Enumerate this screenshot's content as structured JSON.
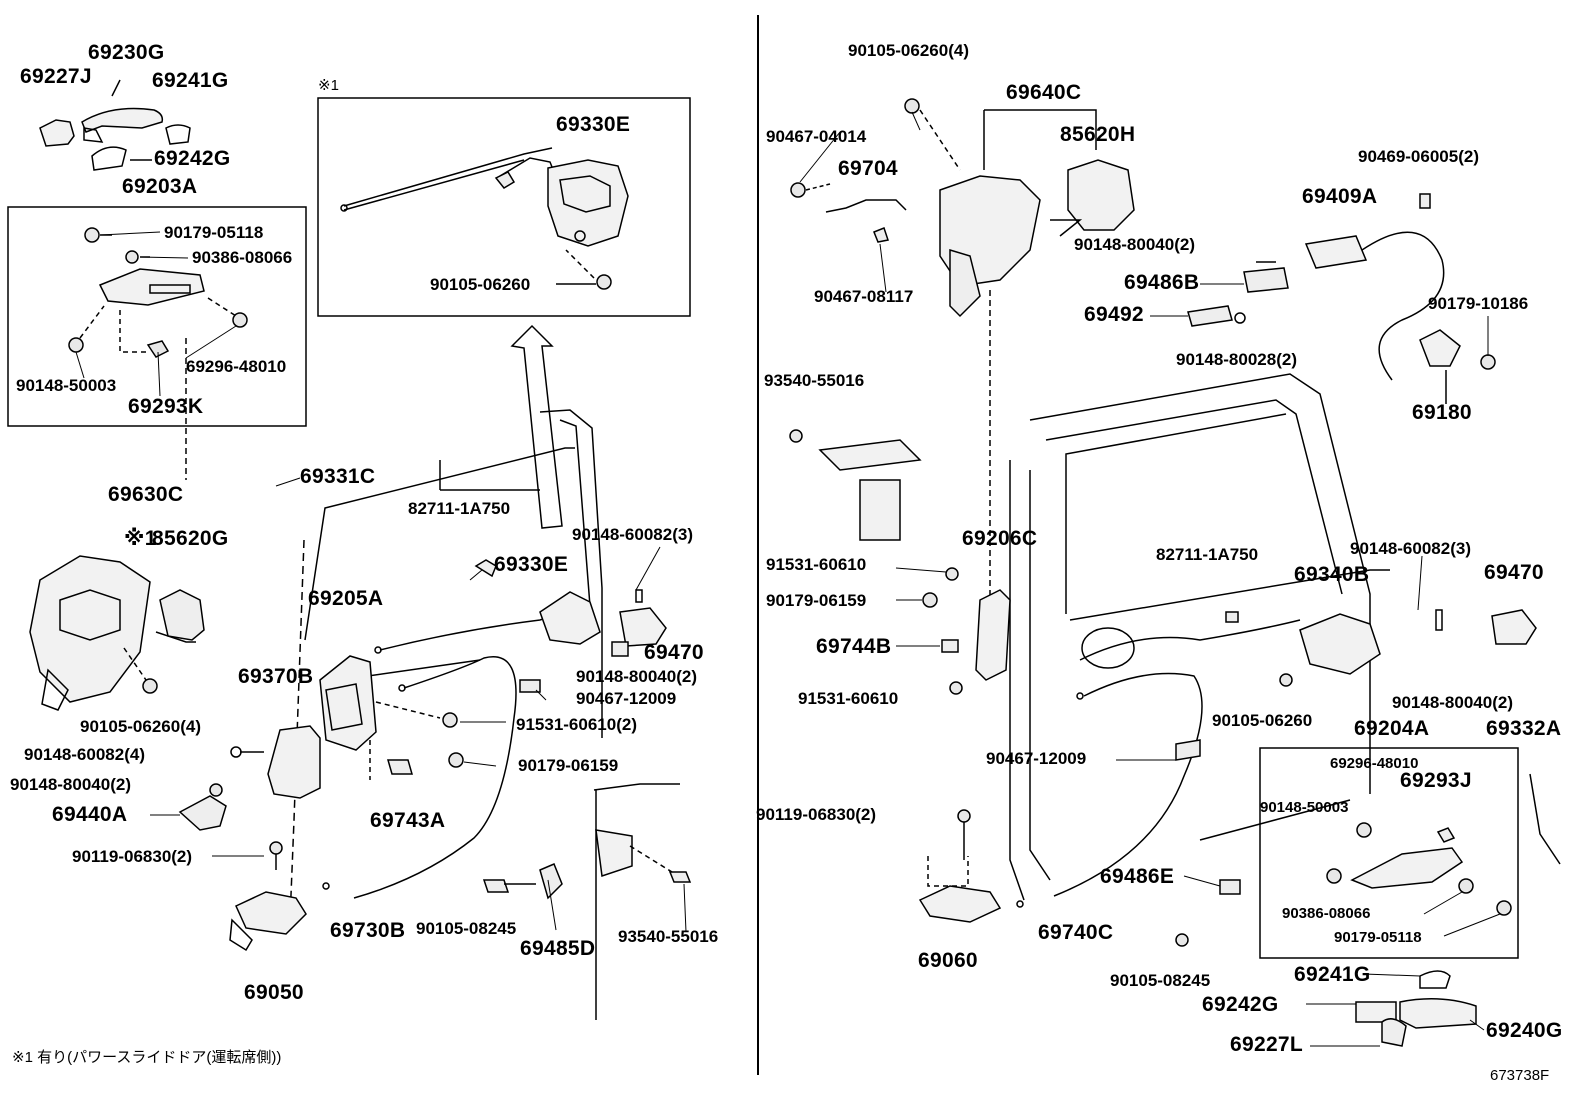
{
  "left": {
    "parts": {
      "p69230G": "69230G",
      "p69227J": "69227J",
      "p69241G": "69241G",
      "p69242G": "69242G",
      "p69203A": "69203A",
      "p90179_05118": "90179-05118",
      "p90386_08066": "90386-08066",
      "p69296_48010": "69296-48010",
      "p90148_50003": "90148-50003",
      "p69293K": "69293K",
      "p69331C": "69331C",
      "p69630C": "69630C",
      "p85620G": "85620G",
      "p90105_06260_4": "90105-06260(4)",
      "p69370B": "69370B",
      "p90148_60082_4": "90148-60082(4)",
      "p90148_80040_2": "90148-80040(2)",
      "p69440A": "69440A",
      "p90119_06830_2": "90119-06830(2)",
      "p69050": "69050",
      "p69730B": "69730B",
      "p69205A": "69205A",
      "p69743A": "69743A",
      "p82711_1A750": "82711-1A750",
      "p69330E_main": "69330E",
      "p90148_60082_3": "90148-60082(3)",
      "p69470": "69470",
      "p90148_80040_2b": "90148-80040(2)",
      "p90467_12009": "90467-12009",
      "p91531_60610_2": "91531-60610(2)",
      "p90179_06159": "90179-06159",
      "p90105_08245": "90105-08245",
      "p69485D": "69485D",
      "p93540_55016": "93540-55016"
    },
    "inset": {
      "marker": "※1",
      "p69330E": "69330E",
      "p90105_06260": "90105-06260"
    },
    "note_marker": "※1",
    "footnote": "※1 有り(パワースライドドア(運転席側))"
  },
  "right": {
    "parts": {
      "p90105_06260_4": "90105-06260(4)",
      "p69640C": "69640C",
      "p85620H": "85620H",
      "p90467_04014": "90467-04014",
      "p69704": "69704",
      "p90467_08117": "90467-08117",
      "p90469_06005_2": "90469-06005(2)",
      "p69409A": "69409A",
      "p90148_80040_2": "90148-80040(2)",
      "p69486B": "69486B",
      "p69492": "69492",
      "p90179_10186": "90179-10186",
      "p90148_80028_2": "90148-80028(2)",
      "p69180": "69180",
      "p93540_55016": "93540-55016",
      "p91531_60610": "91531-60610",
      "p69206C": "69206C",
      "p90179_06159": "90179-06159",
      "p69744B": "69744B",
      "p91531_60610b": "91531-60610",
      "p82711_1A750": "82711-1A750",
      "p69340B": "69340B",
      "p90148_60082_3": "90148-60082(3)",
      "p69470": "69470",
      "p90148_80040_2b": "90148-80040(2)",
      "p90105_06260": "90105-06260",
      "p69204A": "69204A",
      "p69332A": "69332A",
      "p90467_12009": "90467-12009",
      "p69296_48010": "69296-48010",
      "p69293J": "69293J",
      "p90148_50003": "90148-50003",
      "p90119_06830_2": "90119-06830(2)",
      "p69486E": "69486E",
      "p90386_08066": "90386-08066",
      "p90179_05118": "90179-05118",
      "p69060": "69060",
      "p69740C": "69740C",
      "p90105_08245": "90105-08245",
      "p69241G": "69241G",
      "p69242G": "69242G",
      "p69240G": "69240G",
      "p69227L": "69227L"
    },
    "figure_id": "673738F"
  }
}
